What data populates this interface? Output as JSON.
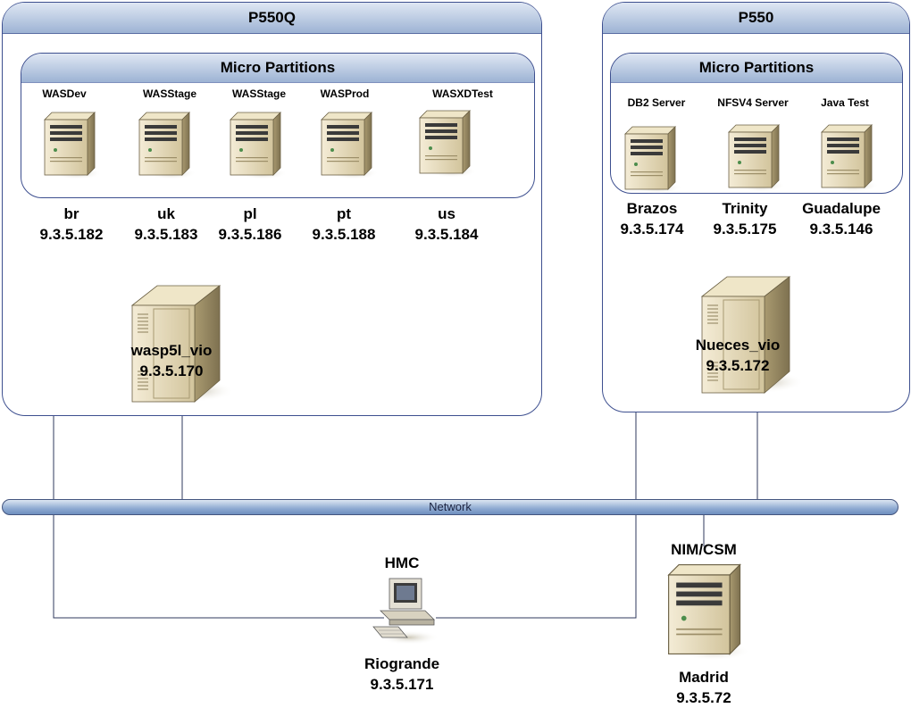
{
  "frames": {
    "left": {
      "title": "P550Q",
      "micro_title": "Micro Partitions"
    },
    "right": {
      "title": "P550",
      "micro_title": "Micro Partitions"
    }
  },
  "left_partitions": [
    {
      "name": "WASDev",
      "host": "br",
      "ip": "9.3.5.182"
    },
    {
      "name": "WASStage",
      "host": "uk",
      "ip": "9.3.5.183"
    },
    {
      "name": "WASStage",
      "host": "pl",
      "ip": "9.3.5.186"
    },
    {
      "name": "WASProd",
      "host": "pt",
      "ip": "9.3.5.188"
    },
    {
      "name": "WASXDTest",
      "host": "us",
      "ip": "9.3.5.184"
    }
  ],
  "right_partitions": [
    {
      "name": "DB2 Server",
      "host": "Brazos",
      "ip": "9.3.5.174"
    },
    {
      "name": "NFSV4 Server",
      "host": "Trinity",
      "ip": "9.3.5.175"
    },
    {
      "name": "Java Test",
      "host": "Guadalupe",
      "ip": "9.3.5.146"
    }
  ],
  "vio_left": {
    "name": "wasp5l_vio",
    "ip": "9.3.5.170"
  },
  "vio_right": {
    "name": "Nueces_vio",
    "ip": "9.3.5.172"
  },
  "network": {
    "label": "Network"
  },
  "hmc": {
    "title": "HMC",
    "name": "Riogrande",
    "ip": "9.3.5.171"
  },
  "nim": {
    "title": "NIM/CSM",
    "name": "Madrid",
    "ip": "9.3.5.72"
  },
  "icons": {
    "server": "server-tower-icon",
    "vio": "large-server-icon",
    "hmc": "workstation-icon"
  }
}
